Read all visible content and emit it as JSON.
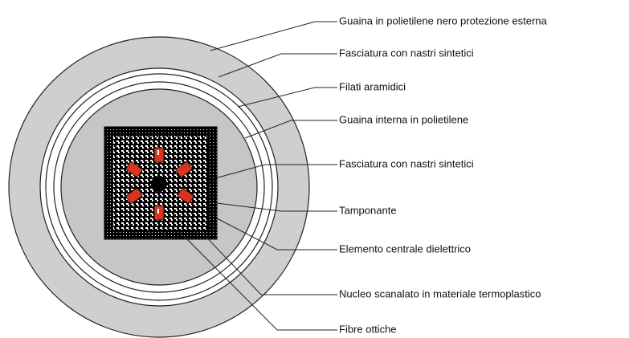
{
  "labels": [
    "Guaina in polietilene  nero protezione esterna",
    "Fasciatura con nastri sintetici",
    "Filati aramidici",
    "Guaina interna in polietilene",
    "Fasciatura con nastri sintetici",
    "Tamponante",
    "Elemento centrale dielettrico",
    "Nucleo scanalato in materiale termoplastico",
    "Fibre ottiche"
  ],
  "colors": {
    "outer_sheath": "#cfcfcf",
    "inner_sheath": "#c6c6c6",
    "ring_white": "#ffffff",
    "core_black": "#000000",
    "fiber_red": "#d8341e",
    "line": "#222222"
  }
}
